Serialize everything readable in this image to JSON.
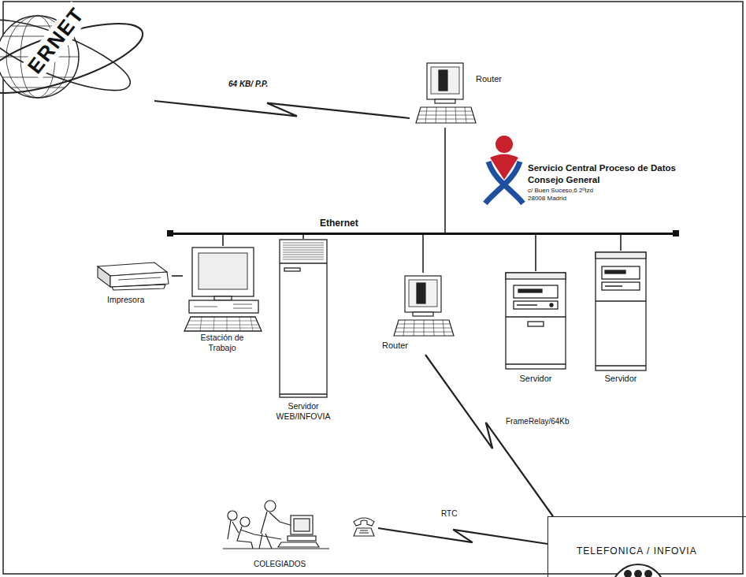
{
  "diagram": {
    "nodes": [
      {
        "text": [
          "ERNET"
        ]
      },
      {
        "text": [
          "Router"
        ]
      },
      {
        "text": [
          "Ethernet"
        ]
      },
      {
        "text": [
          "Impresora"
        ]
      },
      {
        "text": [
          "Estación de Trabajo"
        ]
      },
      {
        "text": [
          "Servidor WEB/INFOVIA"
        ]
      },
      {
        "text": [
          "Router"
        ]
      },
      {
        "text": [
          "Servidor"
        ]
      },
      {
        "text": [
          "Servidor"
        ]
      },
      {
        "text": [
          "TELEFONICA / INFOVIA"
        ]
      },
      {
        "text": [
          "COLEGIADOS"
        ]
      }
    ],
    "edges": [
      {
        "from": 0,
        "to": 1,
        "arrow": "none",
        "label": "64 KB/ P.P."
      },
      {
        "from": 1,
        "to": 2,
        "arrow": "none"
      },
      {
        "from": 4,
        "to": 2,
        "arrow": "none"
      },
      {
        "from": 5,
        "to": 2,
        "arrow": "none"
      },
      {
        "from": 6,
        "to": 2,
        "arrow": "none"
      },
      {
        "from": 7,
        "to": 2,
        "arrow": "none"
      },
      {
        "from": 8,
        "to": 2,
        "arrow": "none"
      },
      {
        "from": 3,
        "to": 4,
        "arrow": "none"
      },
      {
        "from": 6,
        "to": 9,
        "arrow": "none",
        "label": "FrameRelay/64Kb"
      },
      {
        "from": 10,
        "to": 9,
        "arrow": "none",
        "label": "RTC"
      }
    ],
    "labels": [
      "Servicio Central Proceso de Datos",
      "Consejo General",
      "c/ Buen Suceso,6 2ºIzd",
      "28008 Madrid"
    ]
  }
}
